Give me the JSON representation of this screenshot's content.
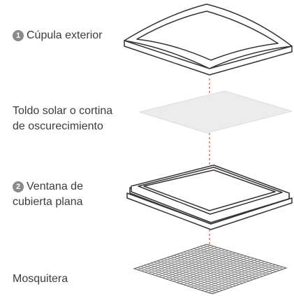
{
  "diagram": {
    "components": [
      {
        "number": "1",
        "label": "Cúpula exterior"
      },
      {
        "number": "",
        "label": "Toldo solar o cortina\nde oscurecimiento"
      },
      {
        "number": "2",
        "label": "Ventana de\ncubierta plana"
      },
      {
        "number": "",
        "label": "Mosquitera"
      }
    ],
    "colors": {
      "outline": "#333333",
      "guide_line": "#c0392b",
      "badge": "#8a8a8a",
      "shade": "#ececec",
      "mesh": "#555555"
    }
  }
}
